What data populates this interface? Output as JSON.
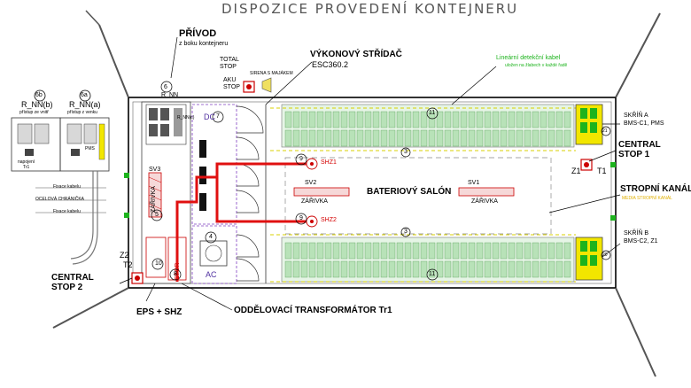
{
  "title": "DISPOZICE PROVEDENÍ KONTEJNERU",
  "callouts": {
    "privod": "PŘÍVOD",
    "privod_sub": "z boku kontejneru",
    "r_nn": "R_NN",
    "r_nn_num": "6",
    "r_nn_c": "R_NN(c)",
    "total_stop": "TOTAL\nSTOP",
    "aku_stop": "AKU\nSTOP",
    "sirena": "SIRENA S MAJÁKEM",
    "inverter": "VÝKONOVÝ STŘÍDAČ",
    "inverter_model": "ESC360.2",
    "detection_cable": "Lineární detekční kabel",
    "detection_cable_sub": "uložen na žlabech v každé řadě",
    "skrin_a": "SKŘÍŇ A",
    "skrin_a_sub": "BMS-C1, PMS",
    "central_stop_1": "CENTRAL\nSTOP 1",
    "z1": "Z1",
    "t1": "T1",
    "stropni_kanal": "STROPNÍ KANÁL",
    "stropni_kanal_sub": "MEDIA STROPNÍ KANÁL",
    "skrin_b": "SKŘÍŇ B",
    "skrin_b_sub": "BMS-C2, Z1",
    "central_stop_2": "CENTRAL\nSTOP 2",
    "z2": "Z2",
    "t2": "T2",
    "eps_shz": "EPS + SHZ",
    "transformer": "ODDĚLOVACÍ TRANSFORMÁTOR Tr1",
    "battery_room": "BATERIOVÝ SALÓN",
    "sv1": "SV1",
    "sv2": "SV2",
    "sv3": "SV3",
    "zarivka": "ZÁŘIVKA",
    "shz1": "SHZ1",
    "shz2": "SHZ2",
    "dc": "DC",
    "ac": "AC",
    "num_7": "7",
    "num_4": "4",
    "num_5": "5",
    "num_8": "8",
    "num_9": "9",
    "num_10": "10",
    "num_11": "11",
    "num_3": "3",
    "num_21": "21",
    "num_20": "20",
    "etor": "ETOR"
  },
  "left_panels": {
    "panel_b_num": "6b",
    "panel_b_title": "R_NN(b)",
    "panel_b_sub": "přístup ze vnitř",
    "panel_a_num": "6a",
    "panel_a_title": "R_NN(a)",
    "panel_a_sub": "přístup z venku",
    "napojeni": "napojení\nTr1",
    "pms": "PMS",
    "fixace_1": "Fixace kabelu",
    "ocelova": "OCELOVÁ CHRÁNIČKA",
    "fixace_2": "Fixace kabelu"
  },
  "colors": {
    "red": "#e01010",
    "green": "#1db31d",
    "yellow": "#f2e600",
    "purple": "#8040c0",
    "gray": "#777777"
  }
}
